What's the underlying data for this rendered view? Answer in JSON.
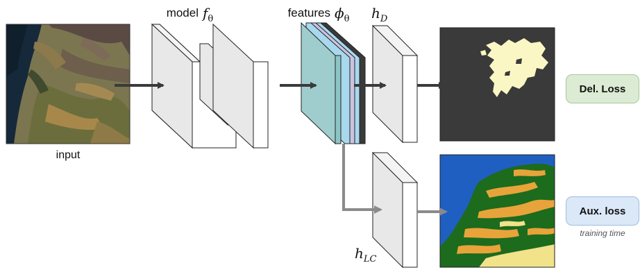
{
  "labels": {
    "input": "input",
    "model": "model",
    "model_sym": "f",
    "model_sub": "θ",
    "features": "features",
    "features_sym": "ϕ",
    "features_sub": "θ",
    "head_d_sym": "h",
    "head_d_sub": "D",
    "head_lc_sym": "h",
    "head_lc_sub": "LC"
  },
  "losses": {
    "deletion": "Del. Loss",
    "auxiliary": "Aux. loss",
    "auxiliary_note": "training time"
  },
  "colors": {
    "block_face": "#e8e8e8",
    "block_side": "#ffffff",
    "feature_teal": "#9fcdcd",
    "feature_lavender": "#c9c3e0",
    "feature_blue": "#a8d8ee",
    "feature_dark": "#3a3a3a",
    "arrow_main": "#3a3a3a",
    "arrow_aux": "#8a8a8a",
    "mask_bg": "#3a3a3a",
    "mask_fg": "#fbf7c4",
    "lc_water": "#1f5fc2",
    "lc_forest": "#1d6b1d",
    "lc_crop": "#e8a43a",
    "lc_bare": "#f2e28a",
    "del_loss_bg": "#dcebd3",
    "aux_loss_bg": "#dbe8f8"
  }
}
